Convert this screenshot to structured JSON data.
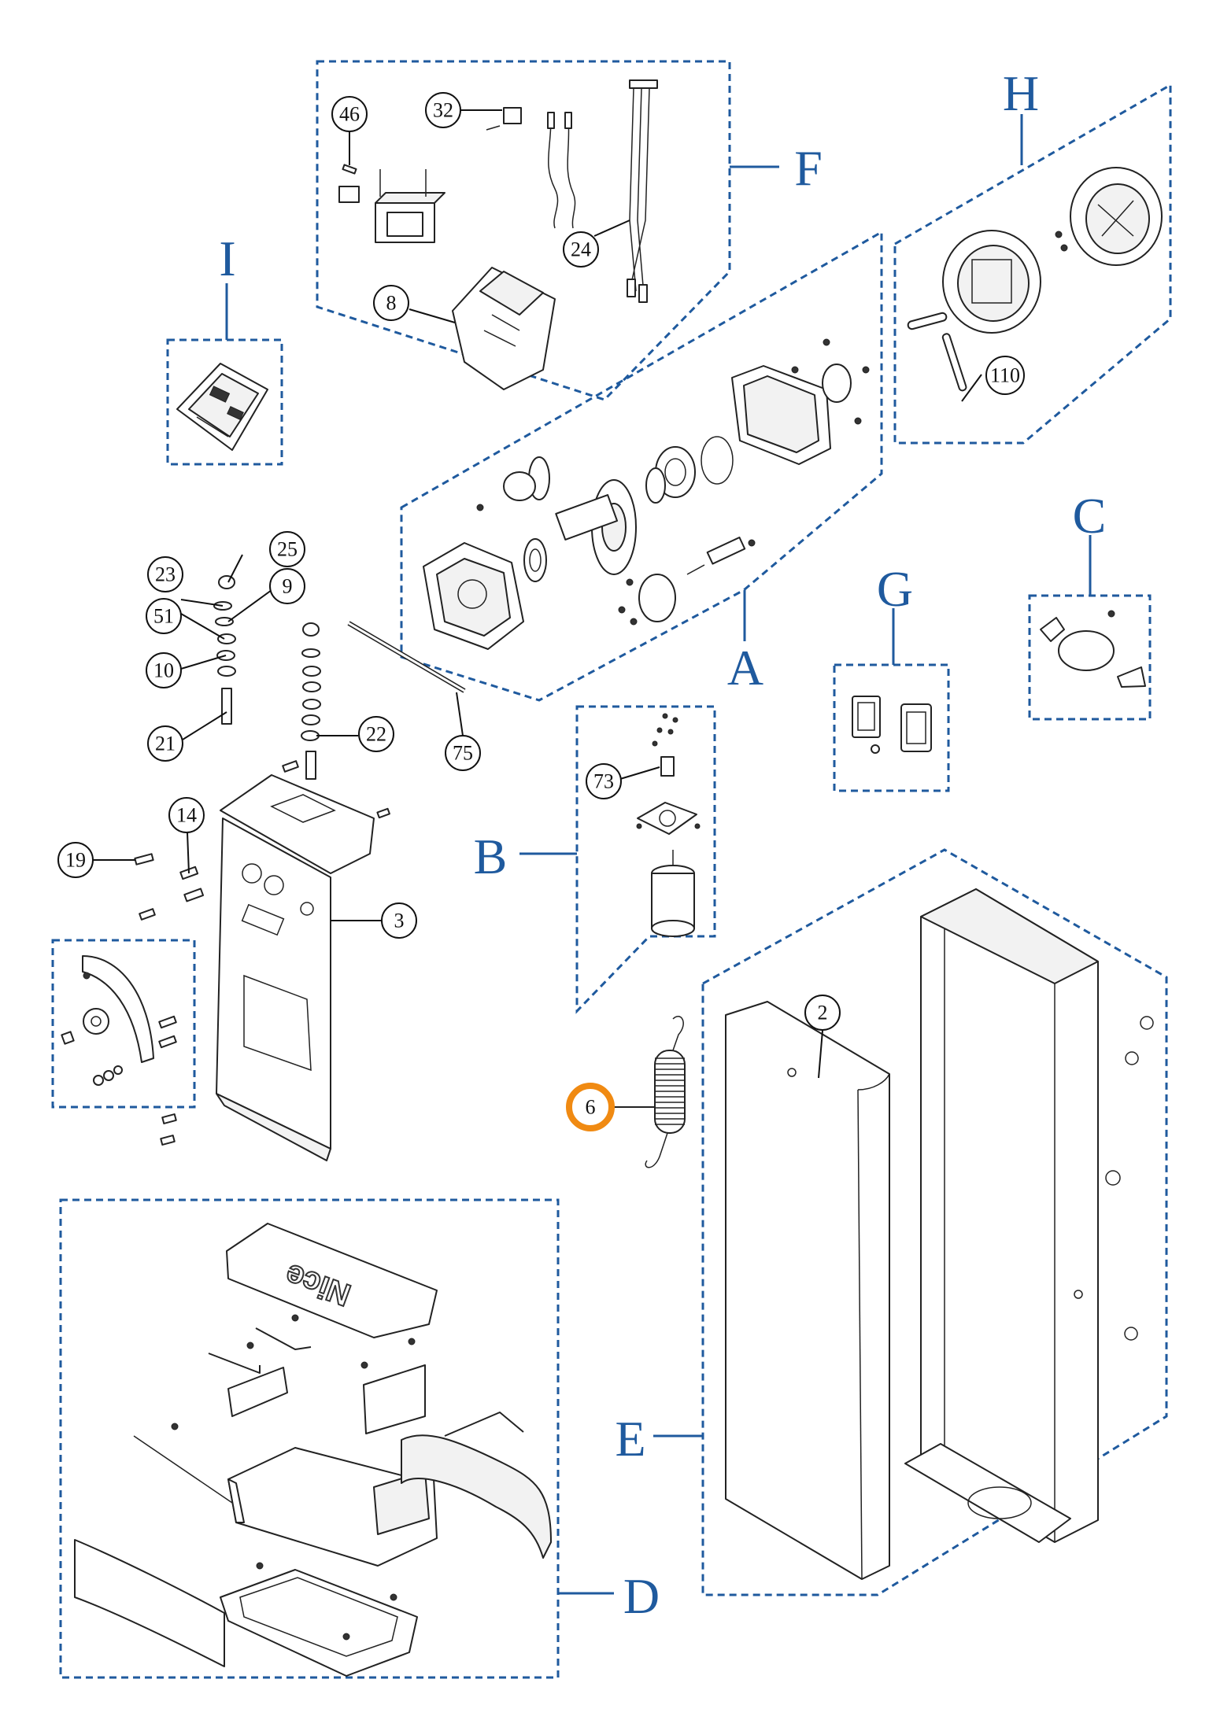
{
  "diagram": {
    "groups": [
      {
        "id": "A",
        "letter": "A"
      },
      {
        "id": "B",
        "letter": "B"
      },
      {
        "id": "C",
        "letter": "C"
      },
      {
        "id": "D",
        "letter": "D"
      },
      {
        "id": "E",
        "letter": "E"
      },
      {
        "id": "F",
        "letter": "F"
      },
      {
        "id": "G",
        "letter": "G"
      },
      {
        "id": "H",
        "letter": "H"
      },
      {
        "id": "I",
        "letter": "I"
      }
    ],
    "callouts": [
      {
        "id": "46",
        "label": "46"
      },
      {
        "id": "32",
        "label": "32"
      },
      {
        "id": "24",
        "label": "24"
      },
      {
        "id": "8",
        "label": "8"
      },
      {
        "id": "110",
        "label": "110"
      },
      {
        "id": "25",
        "label": "25"
      },
      {
        "id": "23",
        "label": "23"
      },
      {
        "id": "9",
        "label": "9"
      },
      {
        "id": "51",
        "label": "51"
      },
      {
        "id": "10",
        "label": "10"
      },
      {
        "id": "21",
        "label": "21"
      },
      {
        "id": "22",
        "label": "22"
      },
      {
        "id": "75",
        "label": "75"
      },
      {
        "id": "73",
        "label": "73"
      },
      {
        "id": "14",
        "label": "14"
      },
      {
        "id": "19",
        "label": "19"
      },
      {
        "id": "3",
        "label": "3"
      },
      {
        "id": "2",
        "label": "2"
      },
      {
        "id": "6",
        "label": "6",
        "highlighted": true
      }
    ],
    "highlight_color": "#f08a12",
    "group_color": "#1f5a9e",
    "logo_text": "Nice"
  }
}
